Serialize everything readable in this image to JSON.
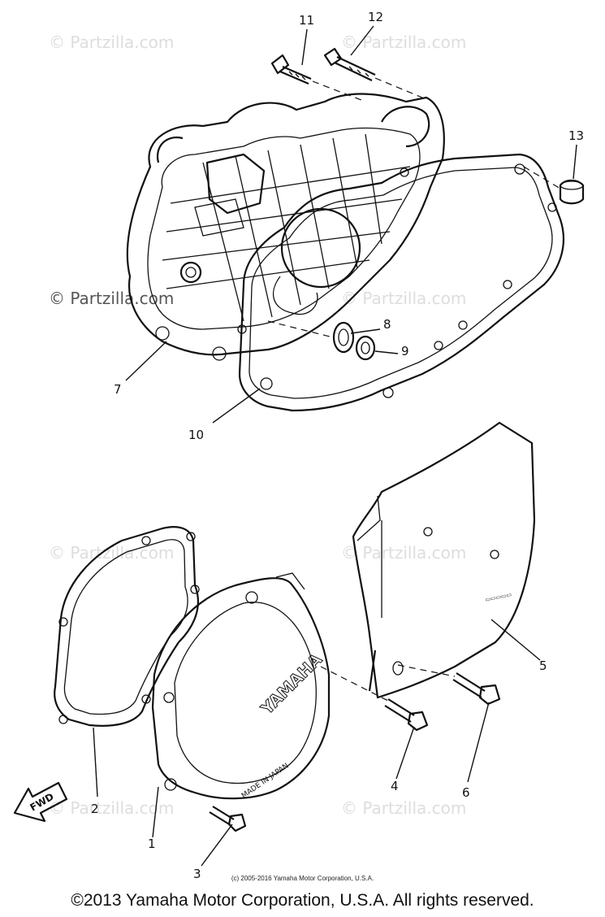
{
  "watermark": "© Partzilla.com",
  "callouts": [
    "1",
    "2",
    "3",
    "4",
    "5",
    "6",
    "7",
    "8",
    "9",
    "10",
    "11",
    "12",
    "13"
  ],
  "labels": {
    "brand": "YAMAHA",
    "made_in": "MADE IN JAPAN",
    "fwd": "FWD"
  },
  "copyright_small": "(c) 2005-2016 Yamaha Motor Corporation, U.S.A.",
  "copyright_main": "©2013 Yamaha Motor Corporation, U.S.A. All rights reserved."
}
